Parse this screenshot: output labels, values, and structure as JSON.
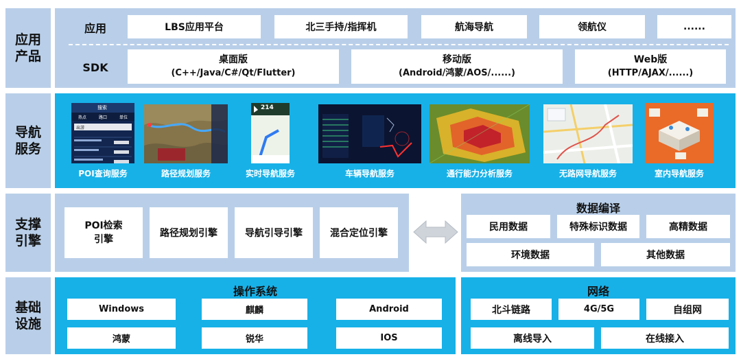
{
  "app_layer": {
    "label": "应用\n产品",
    "app_label": "应用",
    "apps": [
      "LBS应用平台",
      "北三手持/指挥机",
      "航海导航",
      "领航仪",
      "......"
    ],
    "sdk_label": "SDK",
    "sdks": [
      {
        "name": "桌面版",
        "detail": "(C++/Java/C#/Qt/Flutter)"
      },
      {
        "name": "移动版",
        "detail": "(Android/鸿蒙/AOS/......)"
      },
      {
        "name": "Web版",
        "detail": "(HTTP/AJAX/......)"
      }
    ]
  },
  "nav_layer": {
    "label": "导航\n服务",
    "services": [
      "POI查询服务",
      "路径规划服务",
      "实时导航服务",
      "车辆导航服务",
      "通行能力分析服务",
      "无路网导航服务",
      "室内导航服务"
    ],
    "poi_thumb": {
      "title": "搜索",
      "tabs": [
        "热点",
        "路口",
        "单位"
      ],
      "query": "出游"
    },
    "nav_thumb": {
      "distance": "214"
    }
  },
  "engine_layer": {
    "label": "支撑\n引擎",
    "engines": [
      "POI检索\n引擎",
      "路径规划引擎",
      "导航引导引擎",
      "混合定位引擎"
    ],
    "compile_title": "数据编译",
    "compile_row1": [
      "民用数据",
      "特殊标识数据",
      "高精数据"
    ],
    "compile_row2": [
      "环境数据",
      "其他数据"
    ]
  },
  "infra_layer": {
    "label": "基础\n设施",
    "os_title": "操作系统",
    "os_row1": [
      "Windows",
      "麒麟",
      "Android"
    ],
    "os_row2": [
      "鸿蒙",
      "锐华",
      "IOS"
    ],
    "net_title": "网络",
    "net_row1": [
      "北斗链路",
      "4G/5G",
      "自组网"
    ],
    "net_row2": [
      "离线导入",
      "在线接入"
    ]
  },
  "colors": {
    "light_band": "#b9cfe9",
    "cyan_band": "#17b1e8",
    "white": "#ffffff"
  }
}
